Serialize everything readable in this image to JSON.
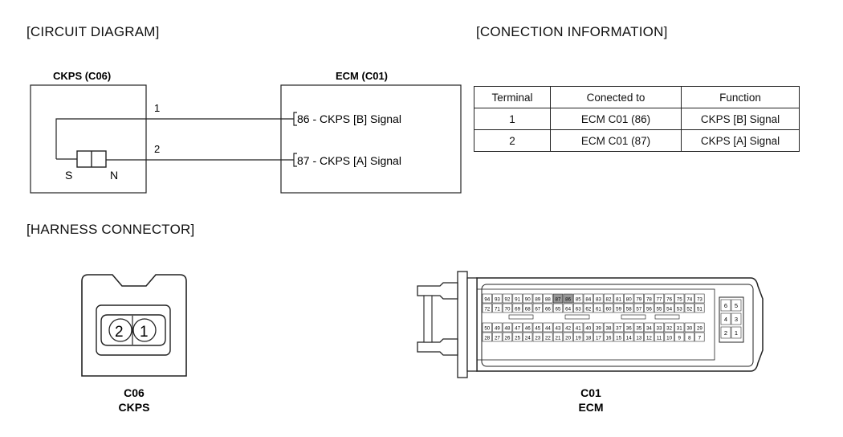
{
  "headings": {
    "circuit": "[CIRCUIT DIAGRAM]",
    "connection": "[CONECTION INFORMATION]",
    "harness": "[HARNESS CONNECTOR]"
  },
  "circuit": {
    "ckps_title": "CKPS (C06)",
    "ecm_title": "ECM (C01)",
    "pin1": "1",
    "pin2": "2",
    "s_label": "S",
    "n_label": "N",
    "ecm_pin86": "86 - CKPS [B] Signal",
    "ecm_pin87": "87 - CKPS [A] Signal"
  },
  "table": {
    "headers": [
      "Terminal",
      "Conected to",
      "Function"
    ],
    "rows": [
      [
        "1",
        "ECM C01 (86)",
        "CKPS [B] Signal"
      ],
      [
        "2",
        "ECM C01 (87)",
        "CKPS [A] Signal"
      ]
    ]
  },
  "harness": {
    "c06_code": "C06",
    "c06_name": "CKPS",
    "c06_pin_left": "2",
    "c06_pin_right": "1",
    "c01_code": "C01",
    "c01_name": "ECM",
    "ecm_row1": [
      "94",
      "93",
      "92",
      "91",
      "90",
      "89",
      "88",
      "87",
      "86",
      "85",
      "84",
      "83",
      "82",
      "81",
      "80",
      "79",
      "78",
      "77",
      "76",
      "75",
      "74",
      "73"
    ],
    "ecm_row2": [
      "72",
      "71",
      "70",
      "69",
      "68",
      "67",
      "66",
      "65",
      "64",
      "63",
      "62",
      "61",
      "60",
      "59",
      "58",
      "57",
      "56",
      "55",
      "54",
      "53",
      "52",
      "51"
    ],
    "ecm_row3": [
      "50",
      "49",
      "48",
      "47",
      "46",
      "45",
      "44",
      "43",
      "42",
      "41",
      "40",
      "39",
      "38",
      "37",
      "36",
      "35",
      "34",
      "33",
      "32",
      "31",
      "30",
      "29"
    ],
    "ecm_row4": [
      "28",
      "27",
      "26",
      "25",
      "24",
      "23",
      "22",
      "21",
      "20",
      "19",
      "18",
      "17",
      "16",
      "15",
      "14",
      "13",
      "12",
      "11",
      "10",
      "9",
      "8",
      "7"
    ],
    "ecm_highlight": [
      "87",
      "86"
    ],
    "ecm_aux": [
      [
        "6",
        "5"
      ],
      [
        "4",
        "3"
      ],
      [
        "2",
        "1"
      ]
    ]
  }
}
